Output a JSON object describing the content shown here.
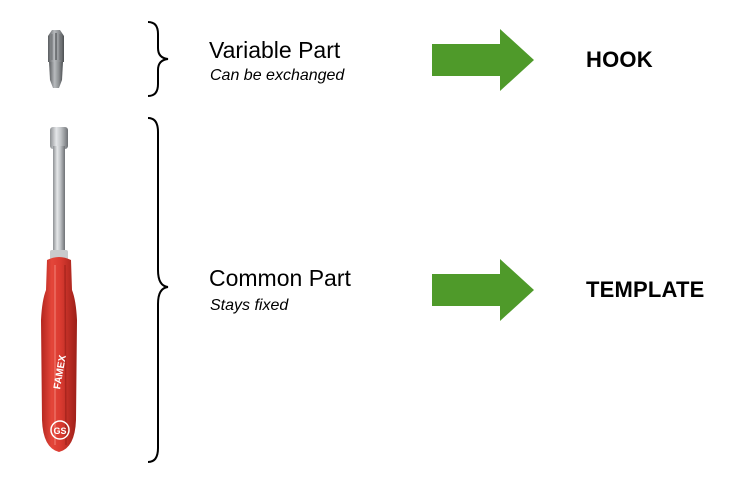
{
  "rows": [
    {
      "title": "Variable Part",
      "subtitle": "Can be exchanged",
      "concept": "HOOK",
      "arrow_color": "#4f9a2a"
    },
    {
      "title": "Common Part",
      "subtitle": "Stays fixed",
      "concept": "TEMPLATE",
      "arrow_color": "#4f9a2a"
    }
  ],
  "tool": {
    "handle_color": "#d93a30",
    "handle_dark": "#a8231c",
    "logo_text": "FAMEX",
    "seal_text": "GS"
  }
}
